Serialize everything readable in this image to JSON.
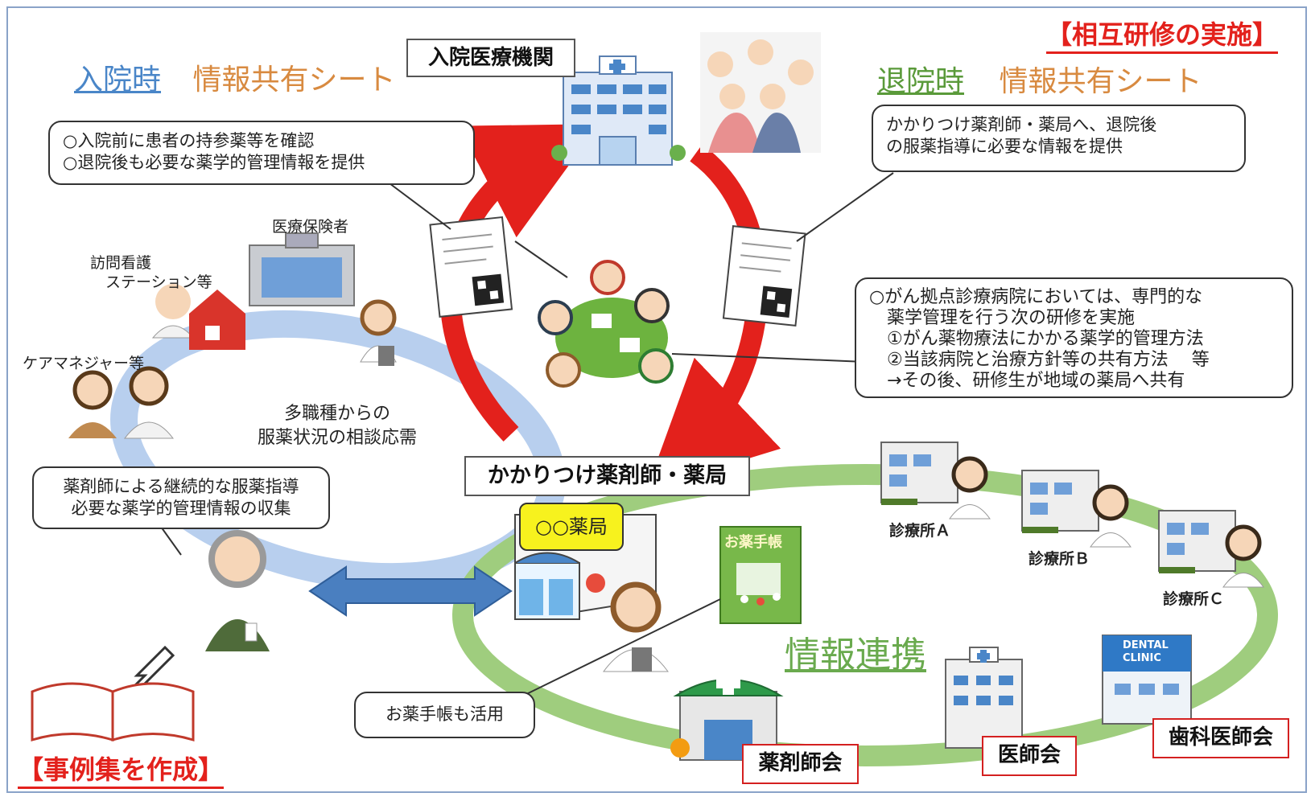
{
  "admission": {
    "label": "入院時",
    "sheet": "情報共有シート"
  },
  "discharge": {
    "label": "退院時",
    "sheet": "情報共有シート"
  },
  "mutual_training": "【相互研修の実施】",
  "hospital": "入院医療機関",
  "admission_callout": "○入院前に患者の持参薬等を確認\n○退院後も必要な薬学的管理情報を提供",
  "discharge_callout": "かかりつけ薬剤師・薬局へ、退院後\nの服薬指導に必要な情報を提供",
  "cancer_callout": "○がん拠点診療病院においては、専門的な\n　薬学管理を行う次の研修を実施\n　①がん薬物療法にかかる薬学的管理方法\n　②当該病院と治療方針等の共有方法　 等\n　→その後、研修生が地域の薬局へ共有",
  "insurer": "医療保険者",
  "nursing_station": "訪問看護\n　ステーション等",
  "care_manager": "ケアマネジャー等",
  "consultation": "多職種からの\n服薬状況の相談応需",
  "pharmacist_callout": "薬剤師による継続的な服薬指導\n必要な薬学的管理情報の収集",
  "family_pharmacy": "かかりつけ薬剤師・薬局",
  "pharmacy_sign": "○○薬局",
  "notebook_cover": "お薬手帳",
  "notebook_callout": "お薬手帳も活用",
  "info_link": "情報連携",
  "clinic_a": "診療所Ａ",
  "clinic_b": "診療所Ｂ",
  "clinic_c": "診療所Ｃ",
  "dental_sign": "DENTAL\nCLINIC",
  "pharmacists_assoc": "薬剤師会",
  "medical_assoc": "医師会",
  "dental_assoc": "歯科医師会",
  "casebook": "【事例集を作成】",
  "colors": {
    "blue_title": "#4a86c8",
    "green_title": "#5a9a3a",
    "orange_text": "#d88a40",
    "red": "#e3211c",
    "blue_ring": "#b8cfee",
    "green_ring": "#9fcd7e"
  }
}
